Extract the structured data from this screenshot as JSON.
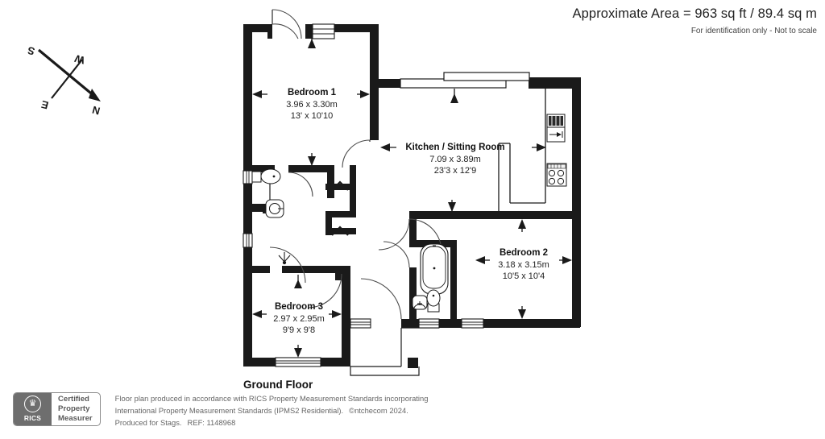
{
  "header": {
    "area_title": "Approximate Area = 963 sq ft / 89.4 sq m",
    "subtitle": "For identification only - Not to scale"
  },
  "compass": {
    "north_label": "N",
    "south_label": "S",
    "east_label": "E",
    "west_label": "W"
  },
  "floor": {
    "title": "Ground Floor"
  },
  "rooms": [
    {
      "name": "Bedroom 1",
      "metric": "3.96 x 3.30m",
      "imperial": "13' x 10'10"
    },
    {
      "name": "Kitchen / Sitting Room",
      "metric": "7.09 x 3.89m",
      "imperial": "23'3 x 12'9"
    },
    {
      "name": "Bedroom 2",
      "metric": "3.18 x 3.15m",
      "imperial": "10'5 x 10'4"
    },
    {
      "name": "Bedroom 3",
      "metric": "2.97 x 2.95m",
      "imperial": "9'9 x 9'8"
    }
  ],
  "badge": {
    "mark_word": "RICS",
    "line1": "Certified",
    "line2": "Property",
    "line3": "Measurer"
  },
  "legal": {
    "line1": "Floor plan produced in accordance with RICS Property Measurement Standards incorporating",
    "line2": "International Property Measurement Standards (IPMS2 Residential).",
    "line2b": "©ntchecom 2024.",
    "line3": "Produced for Stags.",
    "line3b": "REF: 1148968"
  },
  "colors": {
    "wall": "#1a1a1a",
    "text": "#1a1a1a",
    "muted": "#666666",
    "background": "#ffffff"
  },
  "fixtures": {
    "sink": "kitchen-sink",
    "hob": "kitchen-hob",
    "bath": "bathroom-bath",
    "toilet": "toilet-wc",
    "basin": "wash-basin"
  }
}
